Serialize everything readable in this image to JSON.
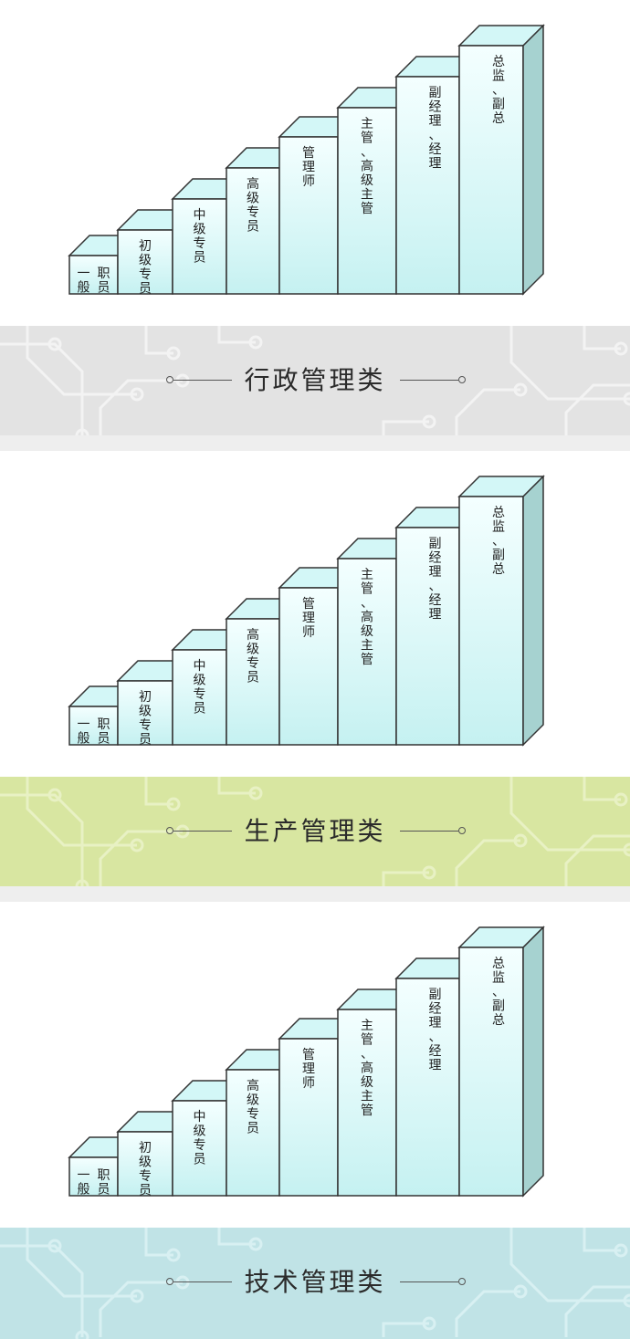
{
  "colors": {
    "page_bg": "#eeeeee",
    "step_front_top": "#f4ffff",
    "step_front_bottom": "#c5f1f1",
    "step_side": "#a6d2d0",
    "step_top": "#d3f7f7",
    "outline": "#333333"
  },
  "steps": [
    {
      "label_columns": [
        "一般",
        "职员"
      ]
    },
    {
      "label_columns": [
        "初级专员"
      ]
    },
    {
      "label_columns": [
        "中级专员"
      ]
    },
    {
      "label_columns": [
        "高级专员"
      ]
    },
    {
      "label_columns": [
        "管理师"
      ]
    },
    {
      "label_columns": [
        "主管、高级主管"
      ]
    },
    {
      "label_columns": [
        "副经理、经理"
      ]
    },
    {
      "label_columns": [
        "总监、副总"
      ]
    }
  ],
  "sections": [
    {
      "category": "行政管理类",
      "banner_color": "#e3e3e3",
      "pattern_color": "#f3f3f3"
    },
    {
      "category": "生产管理类",
      "banner_color": "#d8e6a1",
      "pattern_color": "#e8f1c4"
    },
    {
      "category": "技术管理类",
      "banner_color": "#c0e3e6",
      "pattern_color": "#d8f0f2"
    }
  ]
}
